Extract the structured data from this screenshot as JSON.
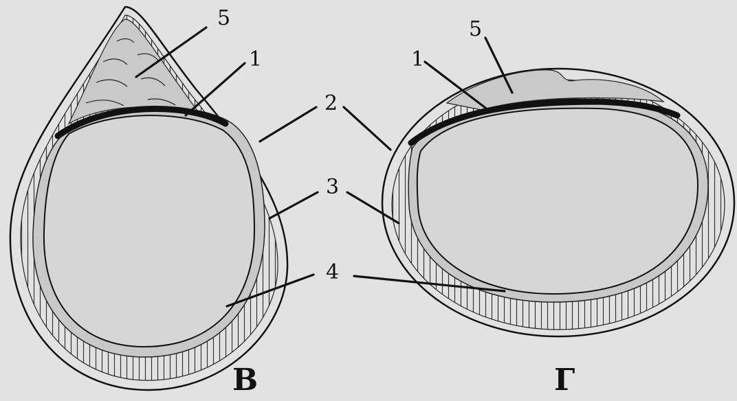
{
  "figure_b": {
    "caption": "В",
    "labels": {
      "l1": "1",
      "l5": "5"
    }
  },
  "figure_g": {
    "caption": "Г",
    "labels": {
      "l1": "1",
      "l5": "5"
    }
  },
  "shared_labels": {
    "l2": "2",
    "l3": "3",
    "l4": "4"
  },
  "colors": {
    "background": "#e2e2e2",
    "yolk": "#d4d4d4",
    "ring": "#c6c6c6",
    "outline": "#111111"
  }
}
